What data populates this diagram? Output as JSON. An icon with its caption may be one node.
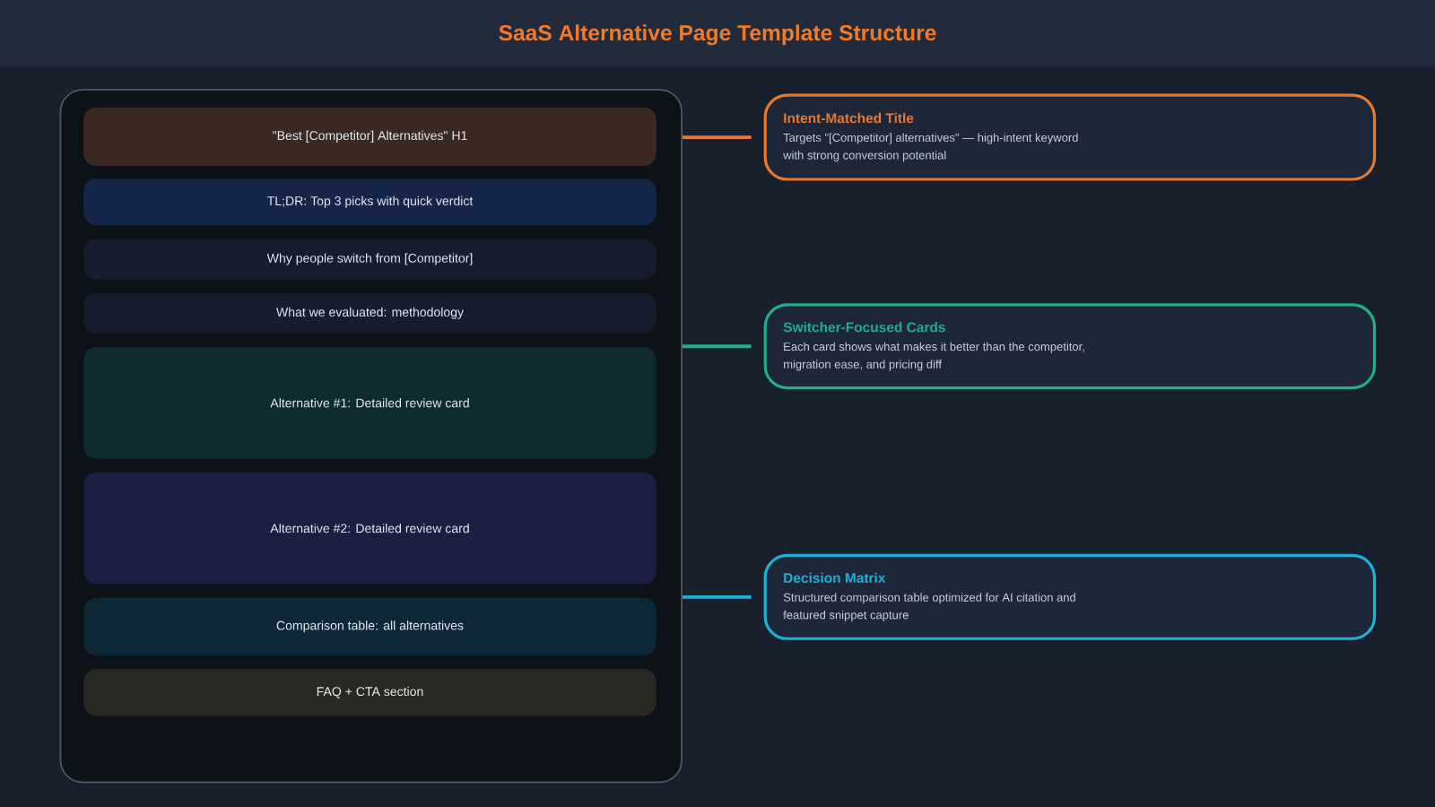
{
  "diagram": {
    "title": "SaaS Alternative Page Template Structure",
    "nodes": [
      {
        "text": [],
        "shape": "box"
      },
      {
        "text": [
          "\"Best [Competitor] Alternatives\" H1"
        ],
        "in": 0
      },
      {
        "text": [
          "TL;DR: Top 3 picks with quick verdict"
        ],
        "in": 0
      },
      {
        "text": [
          "Why people switch from [Competitor]"
        ],
        "in": 0
      },
      {
        "text": [
          "What we evaluated: methodology"
        ],
        "in": 0
      },
      {
        "text": [
          "Alternative #1: Detailed review card"
        ],
        "in": 0
      },
      {
        "text": [
          "Alternative #2: Detailed review card"
        ],
        "in": 0
      },
      {
        "text": [
          "Comparison table: all alternatives"
        ],
        "in": 0
      },
      {
        "text": [
          "FAQ + CTA section"
        ],
        "in": 0
      },
      {
        "text": [
          "Intent-Matched Title",
          "Targets \"[Competitor] alternatives\" — high-intent keyword with strong conversion potential"
        ]
      },
      {
        "text": [
          "Switcher-Focused Cards",
          "Each card shows what makes it better than the competitor, migration ease, and pricing diff"
        ]
      },
      {
        "text": [
          "Decision Matrix",
          "Structured comparison table optimized for AI citation and featured snippet capture"
        ]
      }
    ],
    "edges": [
      {
        "from": 0,
        "to": 9,
        "arrow": "none",
        "color": "#e8792e"
      },
      {
        "from": 0,
        "to": 10,
        "arrow": "none",
        "color": "#20b08a"
      },
      {
        "from": 0,
        "to": 11,
        "arrow": "none",
        "color": "#1fb0d8"
      }
    ]
  }
}
